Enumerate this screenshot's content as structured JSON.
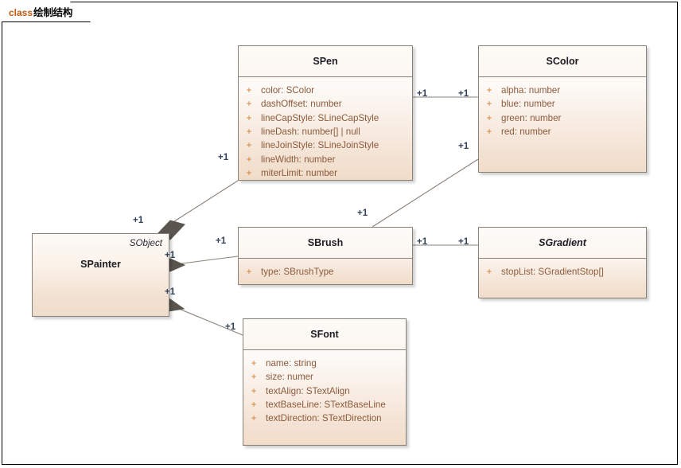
{
  "diagram": {
    "tab": {
      "keyword": "class",
      "name": "绘制结构"
    },
    "type": "uml-class-diagram",
    "colors": {
      "box_fill_top": "#fdfaf7",
      "box_fill_bottom": "#f0dcc9",
      "box_border": "#8a8178",
      "attribute_text": "#8d5a3b",
      "visibility_marker": "#cf7e34",
      "title_text": "#1d1d24",
      "multiplicity_text": "#31415c",
      "connector_line": "#8a8178",
      "diamond_fill": "#5a564f",
      "keyword_text": "#c05a12",
      "frame_border": "#000000"
    },
    "classes": [
      {
        "id": "spainter",
        "name": "SPainter",
        "stereotype": "SObject",
        "abstract": false,
        "compartments": false,
        "attributes": []
      },
      {
        "id": "spen",
        "name": "SPen",
        "abstract": false,
        "compartments": true,
        "attributes": [
          {
            "visibility": "+",
            "signature": "color: SColor"
          },
          {
            "visibility": "+",
            "signature": "dashOffset: number"
          },
          {
            "visibility": "+",
            "signature": "lineCapStyle: SLineCapStyle"
          },
          {
            "visibility": "+",
            "signature": "lineDash: number[] | null"
          },
          {
            "visibility": "+",
            "signature": "lineJoinStyle: SLineJoinStyle"
          },
          {
            "visibility": "+",
            "signature": "lineWidth: number"
          },
          {
            "visibility": "+",
            "signature": "miterLimit: number"
          }
        ]
      },
      {
        "id": "scolor",
        "name": "SColor",
        "abstract": false,
        "compartments": true,
        "attributes": [
          {
            "visibility": "+",
            "signature": "alpha: number"
          },
          {
            "visibility": "+",
            "signature": "blue: number"
          },
          {
            "visibility": "+",
            "signature": "green: number"
          },
          {
            "visibility": "+",
            "signature": "red: number"
          }
        ]
      },
      {
        "id": "sbrush",
        "name": "SBrush",
        "abstract": false,
        "compartments": true,
        "attributes": [
          {
            "visibility": "+",
            "signature": "type: SBrushType"
          }
        ]
      },
      {
        "id": "sgradient",
        "name": "SGradient",
        "abstract": true,
        "compartments": true,
        "attributes": [
          {
            "visibility": "+",
            "signature": "stopList: SGradientStop[]"
          }
        ]
      },
      {
        "id": "sfont",
        "name": "SFont",
        "abstract": false,
        "compartments": true,
        "attributes": [
          {
            "visibility": "+",
            "signature": "name: string"
          },
          {
            "visibility": "+",
            "signature": "size: numer"
          },
          {
            "visibility": "+",
            "signature": "textAlign: STextAlign"
          },
          {
            "visibility": "+",
            "signature": "textBaseLine: STextBaseLine"
          },
          {
            "visibility": "+",
            "signature": "textDirection: STextDirection"
          }
        ]
      }
    ],
    "relations": [
      {
        "id": "rel-spainter-spen",
        "kind": "aggregation",
        "from": "spainter",
        "to": "spen",
        "source_multiplicity": "+1",
        "target_multiplicity": "+1"
      },
      {
        "id": "rel-spainter-sbrush",
        "kind": "aggregation",
        "from": "spainter",
        "to": "sbrush",
        "source_multiplicity": "+1",
        "target_multiplicity": "+1"
      },
      {
        "id": "rel-spainter-sfont",
        "kind": "aggregation",
        "from": "spainter",
        "to": "sfont",
        "source_multiplicity": "+1",
        "target_multiplicity": "+1"
      },
      {
        "id": "rel-spen-scolor",
        "kind": "association",
        "from": "spen",
        "to": "scolor",
        "source_multiplicity": "+1",
        "target_multiplicity": "+1"
      },
      {
        "id": "rel-sbrush-scolor",
        "kind": "association",
        "from": "sbrush",
        "to": "scolor",
        "source_multiplicity": "+1",
        "target_multiplicity": "+1"
      },
      {
        "id": "rel-sbrush-sgradient",
        "kind": "association",
        "from": "sbrush",
        "to": "sgradient",
        "source_multiplicity": "+1",
        "target_multiplicity": "+1"
      }
    ],
    "multiplicity_labels": [
      {
        "id": "m-spen-left",
        "text": "+1"
      },
      {
        "id": "m-spen-right",
        "text": "+1"
      },
      {
        "id": "m-scolor-left",
        "text": "+1"
      },
      {
        "id": "m-scolor-bottom",
        "text": "+1"
      },
      {
        "id": "m-sbrush-topleft",
        "text": "+1"
      },
      {
        "id": "m-spainter-top",
        "text": "+1"
      },
      {
        "id": "m-spainter-mid",
        "text": "+1"
      },
      {
        "id": "m-spainter-bottom",
        "text": "+1"
      },
      {
        "id": "m-sbrush-left",
        "text": "+1"
      },
      {
        "id": "m-sbrush-right",
        "text": "+1"
      },
      {
        "id": "m-sgradient-left",
        "text": "+1"
      },
      {
        "id": "m-sfont-left",
        "text": "+1"
      }
    ]
  }
}
